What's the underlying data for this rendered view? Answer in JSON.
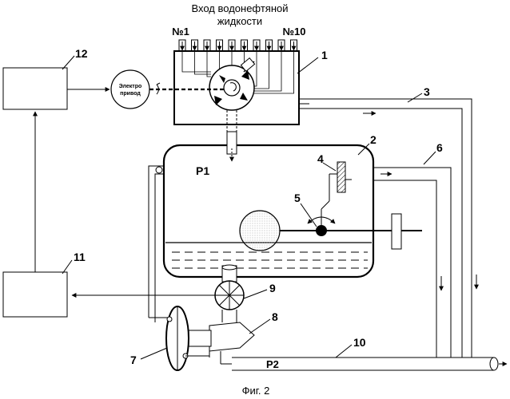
{
  "header": {
    "inlet_title_line1": "Вход водонефтяной",
    "inlet_title_line2": "жидкости",
    "first_inlet": "№1",
    "last_inlet": "№10"
  },
  "blocks": {
    "motor": {
      "line1": "Электро",
      "line2": "привод"
    }
  },
  "labels": {
    "n1": "1",
    "n2": "2",
    "n3": "3",
    "n4": "4",
    "n5": "5",
    "n6": "6",
    "n7": "7",
    "n8": "8",
    "n9": "9",
    "n10": "10",
    "n11": "11",
    "n12": "12",
    "p1": "P1",
    "p2": "P2"
  },
  "caption": "Фиг. 2"
}
